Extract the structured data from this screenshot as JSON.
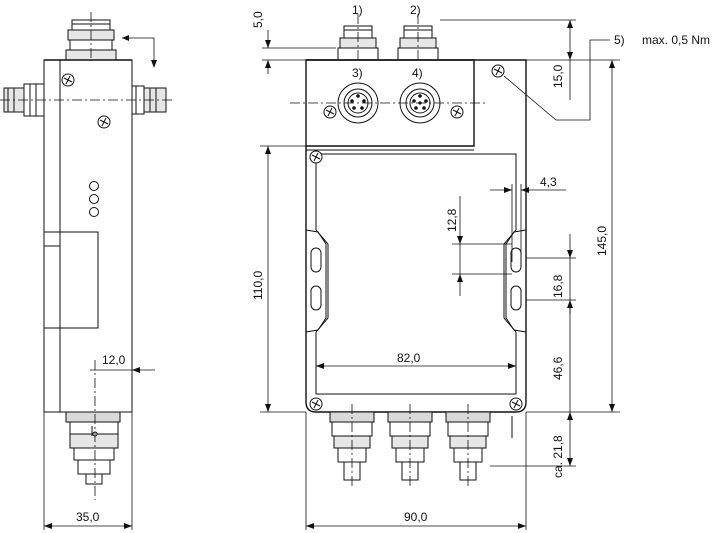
{
  "callouts": {
    "c1": "1)",
    "c2": "2)",
    "c3": "3)",
    "c4": "4)",
    "c5": "5)",
    "torque": "max. 0,5 Nm"
  },
  "dimensions": {
    "d5_0": "5,0",
    "d15_0": "15,0",
    "d145_0": "145,0",
    "d110_0": "110,0",
    "d4_3": "4,3",
    "d12_8": "12,8",
    "d16_8": "16,8",
    "d82_0": "82,0",
    "d46_6": "46,6",
    "d21_8": "ca. 21,8",
    "d90_0": "90,0",
    "d35_0": "35,0",
    "d12_0": "12,0"
  }
}
